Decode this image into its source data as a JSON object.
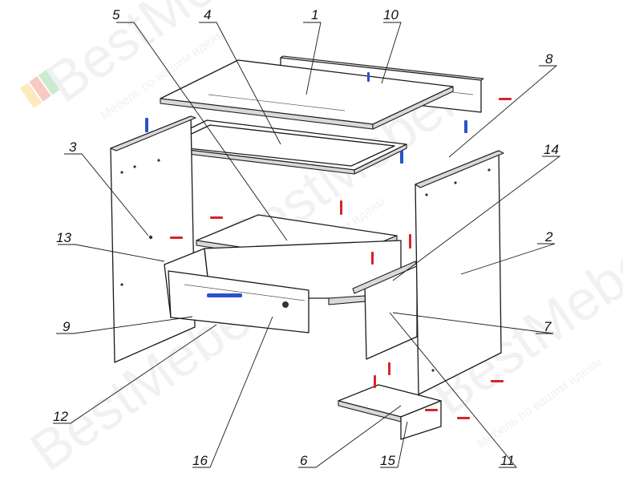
{
  "diagram": {
    "callouts": [
      {
        "id": "1",
        "label": "1"
      },
      {
        "id": "2",
        "label": "2"
      },
      {
        "id": "3",
        "label": "3"
      },
      {
        "id": "4",
        "label": "4"
      },
      {
        "id": "5",
        "label": "5"
      },
      {
        "id": "6",
        "label": "6"
      },
      {
        "id": "7",
        "label": "7"
      },
      {
        "id": "8",
        "label": "8"
      },
      {
        "id": "9",
        "label": "9"
      },
      {
        "id": "10",
        "label": "10"
      },
      {
        "id": "11",
        "label": "11"
      },
      {
        "id": "12",
        "label": "12"
      },
      {
        "id": "13",
        "label": "13"
      },
      {
        "id": "14",
        "label": "14"
      },
      {
        "id": "15",
        "label": "15"
      },
      {
        "id": "16",
        "label": "16"
      }
    ],
    "watermark": {
      "brand": "BestMebel",
      "slogan": "Мебель по вашим идеям",
      "colors": [
        "#f6b10c",
        "#e63a2e",
        "#3db54a"
      ]
    },
    "fastener_colors": {
      "screw": "#d8232a",
      "dowel": "#2a53c9"
    }
  }
}
